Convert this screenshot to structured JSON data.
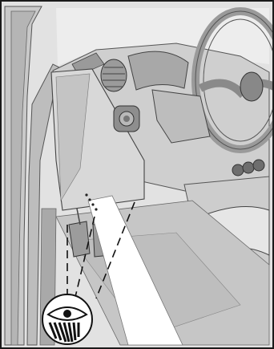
{
  "illustration": {
    "subject": "",
    "colors": {
      "frame": "#1a1a1a",
      "background": "#e2e2e2",
      "panel_light": "#d4d4d4",
      "panel_mid": "#bdbdbd",
      "panel_dark": "#8f8f8f",
      "shadow": "#6f6f6f",
      "sight_beam": "#ffffff",
      "badge_fill": "#ffffff",
      "badge_ink": "#111111"
    },
    "icons": [
      "eye-icon",
      "steering-wheel",
      "air-vent",
      "door-pillar"
    ]
  }
}
